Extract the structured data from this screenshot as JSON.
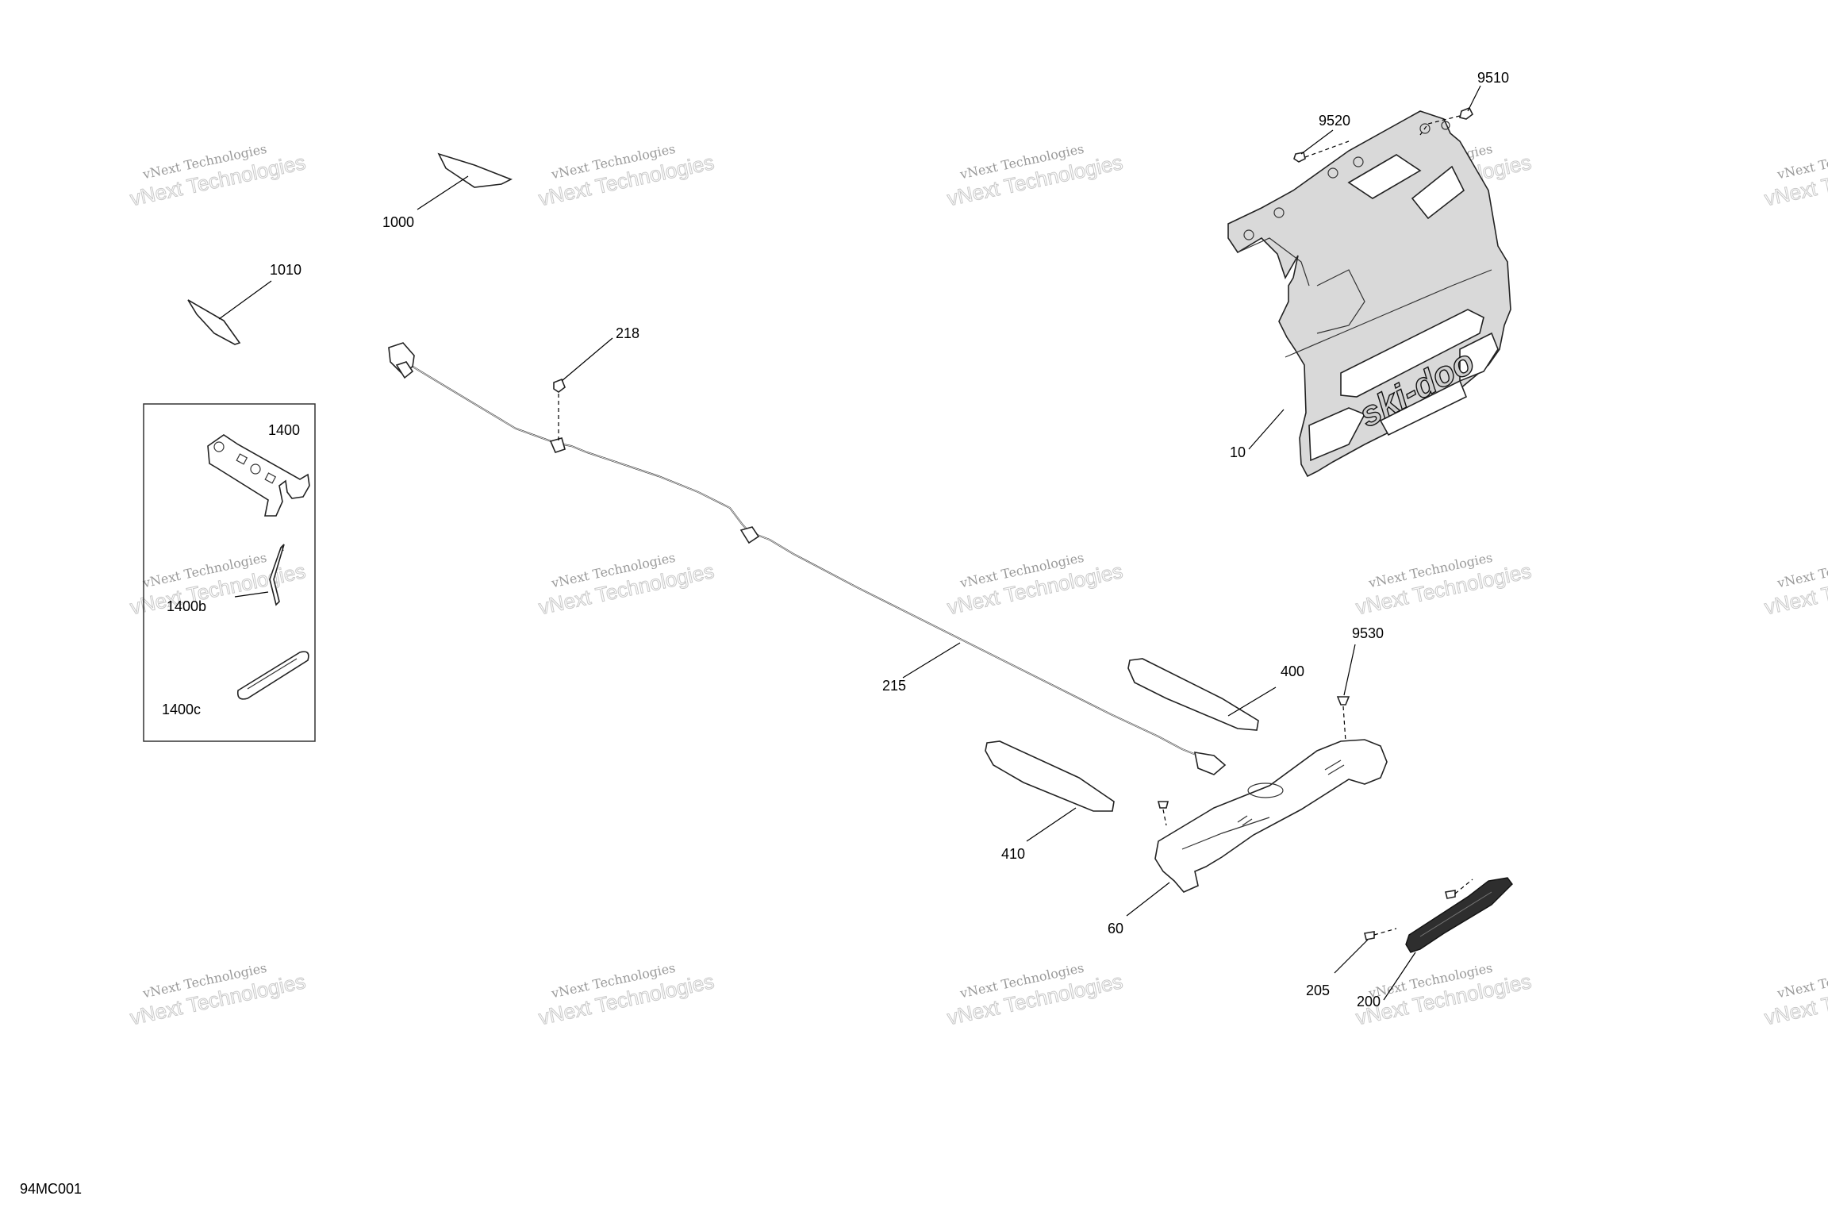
{
  "drawing": {
    "figure_code": "94MC001",
    "watermark": {
      "line1": "vNext Technologies",
      "line2": "vNext Technologies"
    }
  },
  "callouts": [
    {
      "id": "c9510",
      "label": "9510"
    },
    {
      "id": "c9520",
      "label": "9520"
    },
    {
      "id": "c1000",
      "label": "1000"
    },
    {
      "id": "c1010",
      "label": "1010"
    },
    {
      "id": "c218",
      "label": "218"
    },
    {
      "id": "c10",
      "label": "10"
    },
    {
      "id": "c1400",
      "label": "1400"
    },
    {
      "id": "c1400b",
      "label": "1400b"
    },
    {
      "id": "c1400c",
      "label": "1400c"
    },
    {
      "id": "c215",
      "label": "215"
    },
    {
      "id": "c9530",
      "label": "9530"
    },
    {
      "id": "c400",
      "label": "400"
    },
    {
      "id": "c410",
      "label": "410"
    },
    {
      "id": "c60",
      "label": "60"
    },
    {
      "id": "c205",
      "label": "205"
    },
    {
      "id": "c200",
      "label": "200"
    }
  ],
  "parts": {
    "hood_logo_text": "ski-doo"
  }
}
